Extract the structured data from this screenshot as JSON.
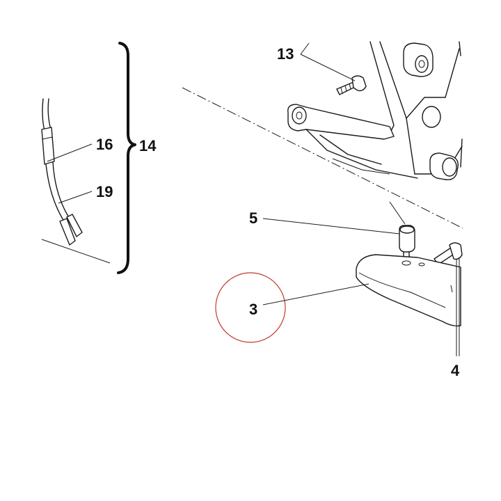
{
  "callouts": {
    "c13": "13",
    "c16": "16",
    "c14": "14",
    "c19": "19",
    "c5": "5",
    "c3": "3",
    "c4": "4"
  },
  "colors": {
    "ink": "#1a1a1a",
    "highlight_circle": "#c0392b",
    "background": "#ffffff"
  },
  "highlight": {
    "target_callout": "3"
  }
}
